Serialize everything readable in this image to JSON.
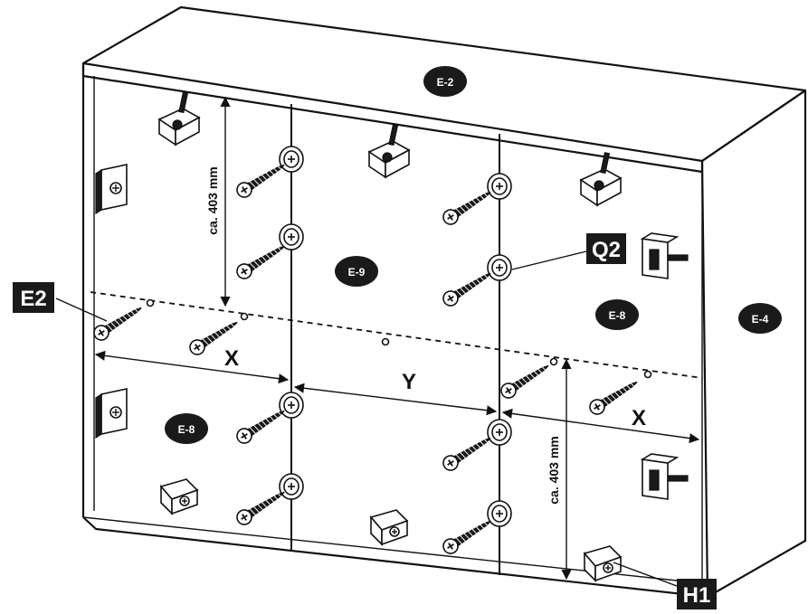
{
  "panel_labels": {
    "top": "E-2",
    "center": "E-9",
    "right_section": "E-8",
    "left_lower": "E-8",
    "side": "E-4"
  },
  "callouts": {
    "connector": "Q2",
    "screw": "E2",
    "bracket": "H1"
  },
  "dimensions": {
    "height_upper": "ca. 403 mm",
    "height_lower": "ca. 403 mm",
    "width_left": "X",
    "width_middle": "Y",
    "width_right": "X"
  },
  "colors": {
    "ink": "#111111",
    "label_fill": "#1a1a1a",
    "background": "#ffffff"
  },
  "icons": {
    "screw": "screw-icon",
    "cam_connector": "cam-connector-icon",
    "corner_bracket": "corner-bracket-icon",
    "wall_hook": "wall-hook-icon"
  }
}
